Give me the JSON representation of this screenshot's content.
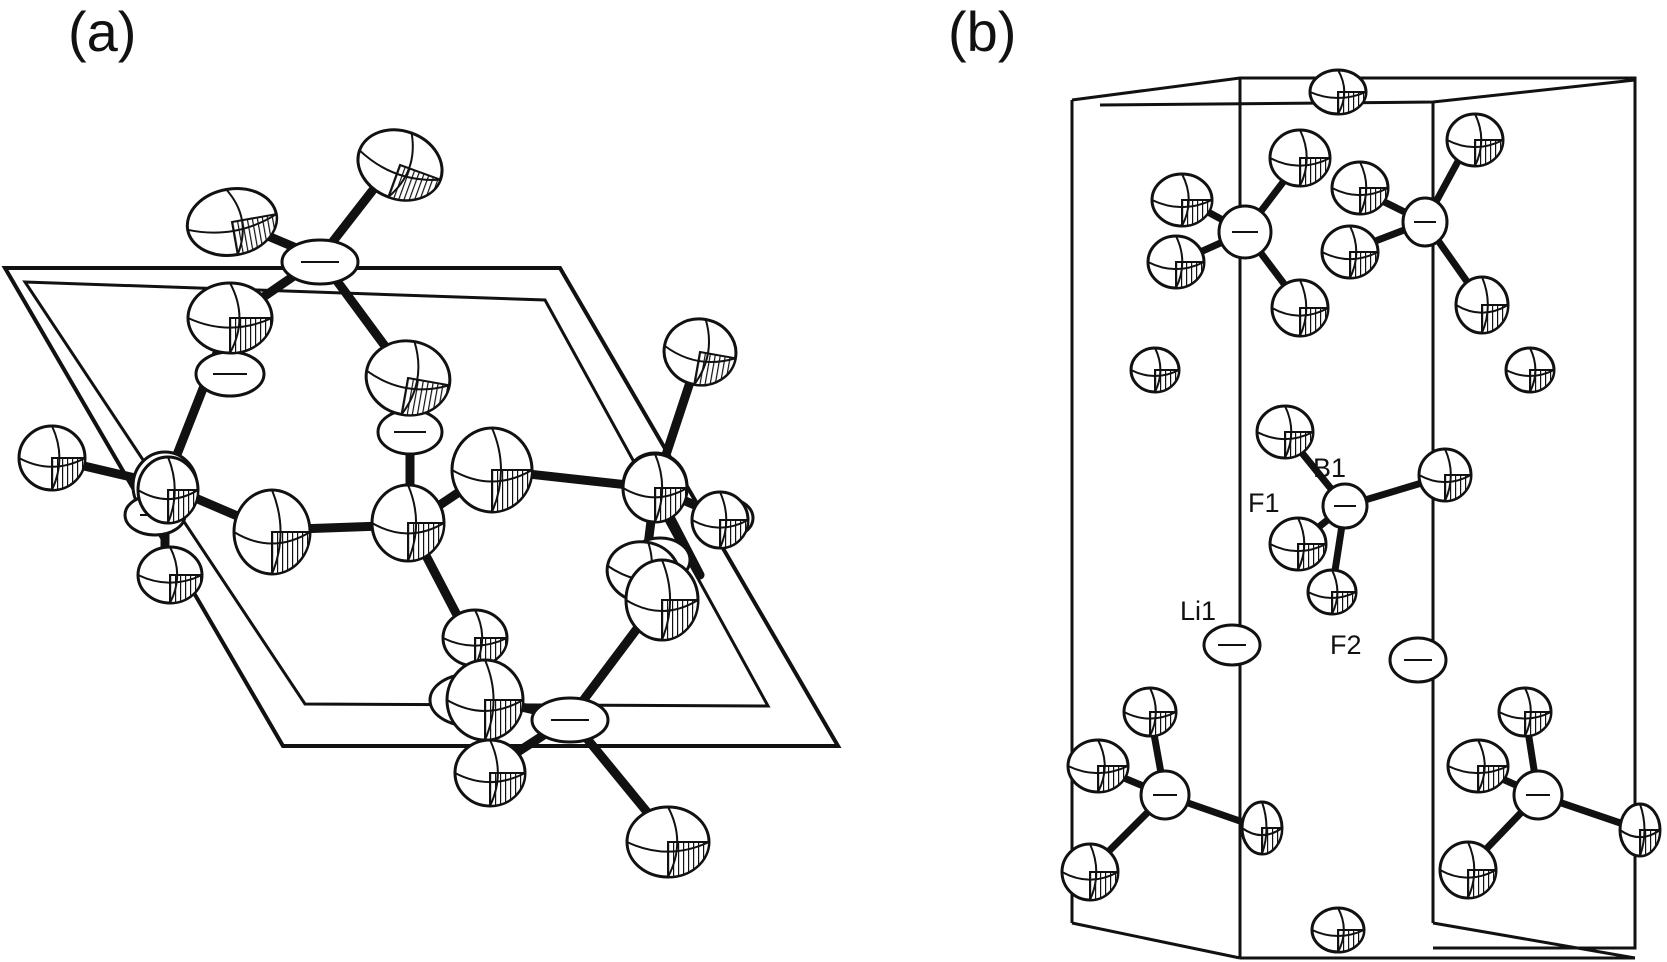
{
  "panels": {
    "a": {
      "label": "(a)"
    },
    "b": {
      "label": "(b)"
    }
  },
  "atom_labels": {
    "b1": "B1",
    "f1": "F1",
    "f2": "F2",
    "li1": "Li1"
  },
  "colors": {
    "ink": "#111111",
    "background": "#ffffff"
  }
}
